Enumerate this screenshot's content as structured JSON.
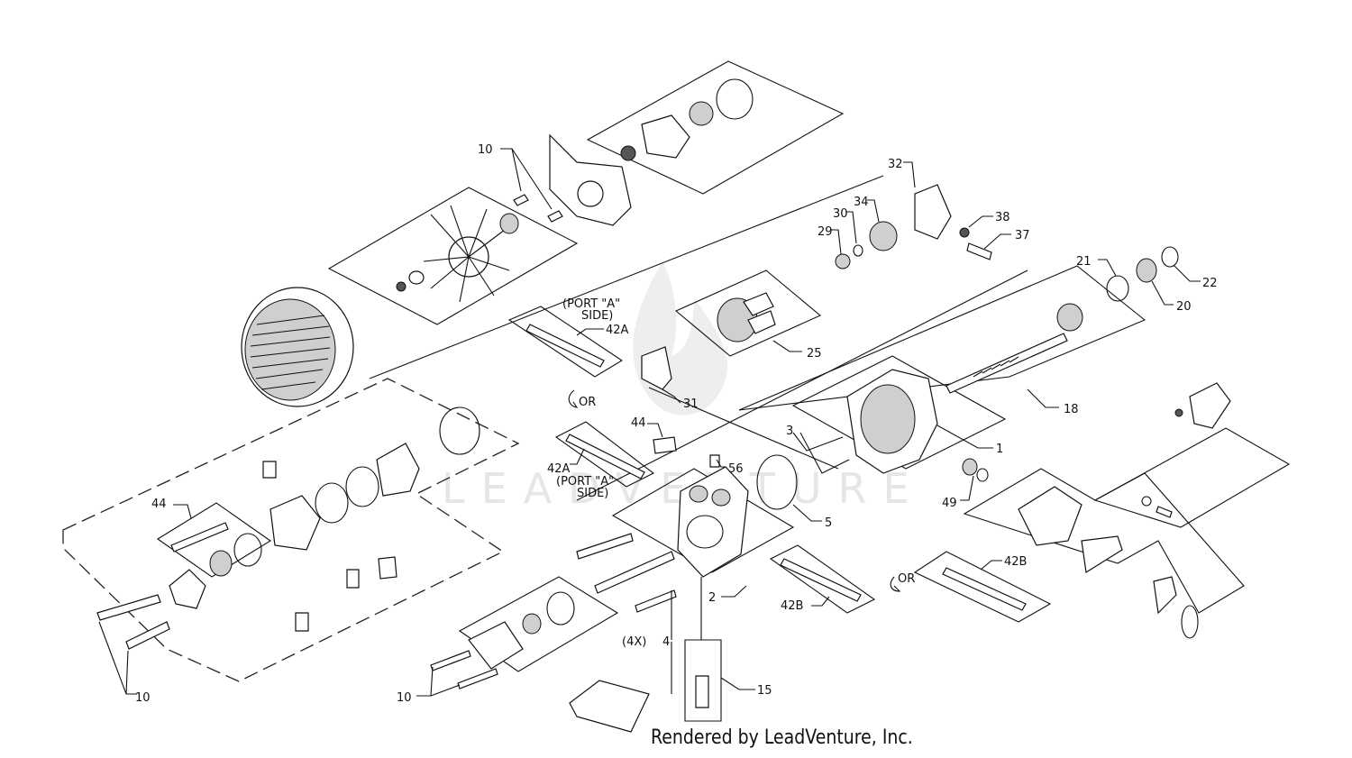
{
  "watermark": {
    "text": "LEADVENTURE"
  },
  "credit": "Rendered by LeadVenture, Inc.",
  "labels": {
    "l10a": "10",
    "l10b": "10",
    "l10c": "10",
    "l32": "32",
    "l34": "34",
    "l30": "30",
    "l29": "29",
    "l38": "38",
    "l37": "37",
    "l21": "21",
    "l22": "22",
    "l20": "20",
    "port_a_top_1": "(PORT \"A\"",
    "port_a_top_2": "SIDE)",
    "l42a_top": "42A",
    "l25": "25",
    "l31": "31",
    "l18": "18",
    "or_left": "OR",
    "l44_mid": "44",
    "l56": "56",
    "l3": "3",
    "l1": "1",
    "l42a_mid": "42A",
    "port_a_mid_1": "(PORT \"A\"",
    "port_a_mid_2": "SIDE)",
    "l49": "49",
    "l5": "5",
    "l44_left": "44",
    "l42b_right": "42B",
    "or_right": "OR",
    "l2": "2",
    "l42b_mid": "42B",
    "l4x": "(4X)",
    "l4": "4",
    "l15": "15"
  }
}
